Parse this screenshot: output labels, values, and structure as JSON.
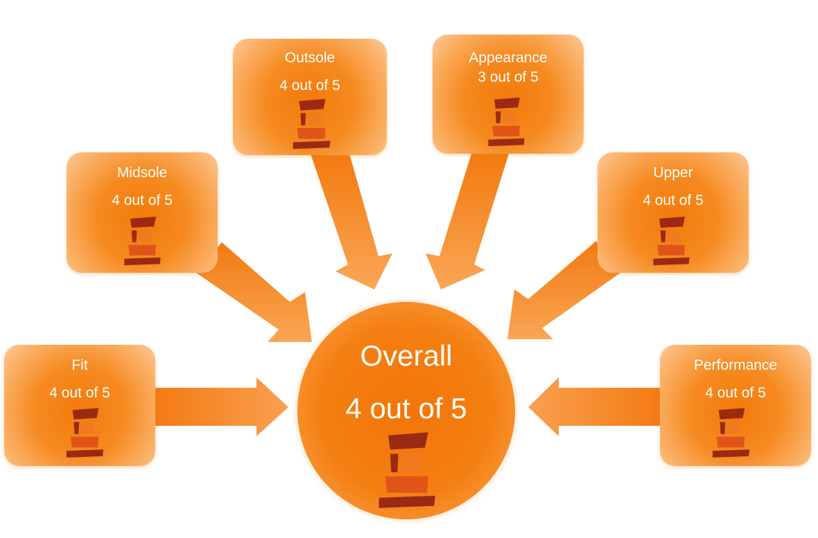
{
  "overall": {
    "title": "Overall",
    "rating": "4 out of 5"
  },
  "categories": [
    {
      "key": "fit",
      "label": "Fit",
      "rating": "4 out of 5"
    },
    {
      "key": "midsole",
      "label": "Midsole",
      "rating": "4 out of 5"
    },
    {
      "key": "outsole",
      "label": "Outsole",
      "rating": "4 out of 5"
    },
    {
      "key": "appearance",
      "label": "Appearance",
      "rating": "3 out of 5"
    },
    {
      "key": "upper",
      "label": "Upper",
      "rating": "4 out of 5"
    },
    {
      "key": "performance",
      "label": "Performance",
      "rating": "4 out of 5"
    }
  ],
  "colors": {
    "box_orange": "#f47a0a",
    "arrow_orange": "#f37a10",
    "logo_dark": "#9a2a12",
    "logo_mid": "#e0541a",
    "logo_light": "#f07a1e",
    "text": "#ffffff"
  },
  "icons": {
    "rating_logo": "stacked-stones-logo-icon"
  }
}
